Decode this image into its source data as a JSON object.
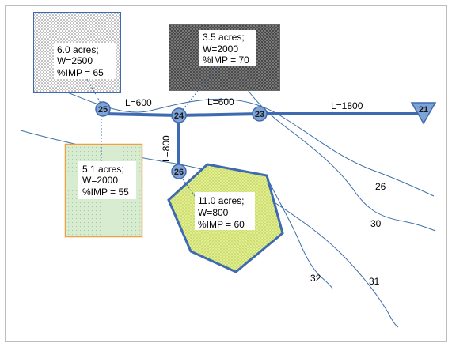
{
  "subcatchments": [
    {
      "id": "sc-top-left",
      "lines": [
        "6.0 acres;",
        "W=2500",
        "%IMP = 65"
      ]
    },
    {
      "id": "sc-top-right",
      "lines": [
        "3.5 acres;",
        "W=2000",
        "%IMP = 70"
      ]
    },
    {
      "id": "sc-left",
      "lines": [
        "5.1 acres;",
        "W=2000",
        "%IMP = 55"
      ]
    },
    {
      "id": "sc-polygon",
      "lines": [
        "11.0 acres;",
        "W=800",
        "%IMP = 60"
      ]
    }
  ],
  "nodes": {
    "n25": "25",
    "n24": "24",
    "n23": "23",
    "n26": "26",
    "outfall": "21"
  },
  "conduits": {
    "c25_24": "L=600",
    "c24_23": "L=600",
    "c23_21": "L=1800",
    "c24_26": "L=800"
  },
  "contours": {
    "c26": "26",
    "c30": "30",
    "c31": "31",
    "c32": "32"
  },
  "colors": {
    "conduit": "#3e6bb0",
    "node_fill": "#7fa3d6",
    "left_fill": "#d9efd0",
    "left_border": "#f0a040",
    "polygon_fill": "#dfee8a",
    "dark_fill": "#555555",
    "contour": "#3d6fa8"
  }
}
